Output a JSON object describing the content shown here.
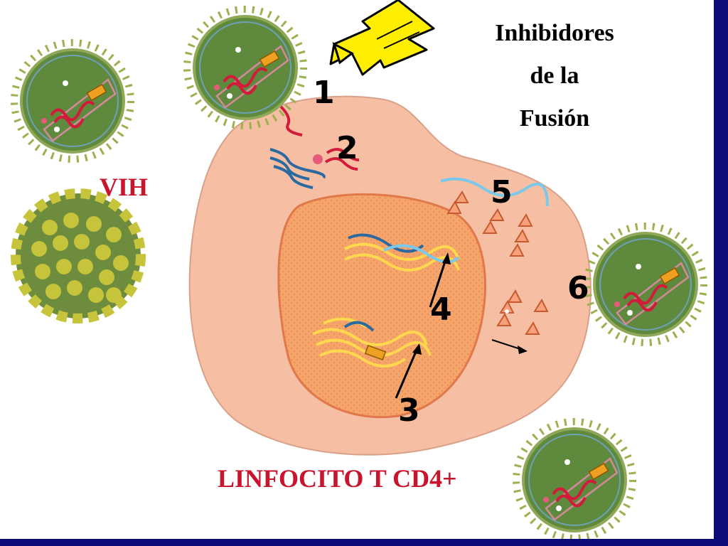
{
  "title": {
    "line1": "Inhibidores",
    "line2": "de la",
    "line3": "Fusión"
  },
  "labels": {
    "virus": "VIH",
    "cell": "LINFOCITO T CD4+"
  },
  "steps": [
    "1",
    "2",
    "3",
    "4",
    "5",
    "6"
  ],
  "colors": {
    "cell_cytoplasm": "#f6bfa3",
    "nucleus": "#f6a56a",
    "virus_core": "#5f8a3e",
    "virus_spikes": "#9cb050",
    "naked_virus": "#c6c43a",
    "label_red": "#c8142d",
    "frame_blue": "#0b0b7a",
    "arrow_yellow": "#ffee00"
  },
  "icons": [
    "lightning-arrow-icon"
  ]
}
